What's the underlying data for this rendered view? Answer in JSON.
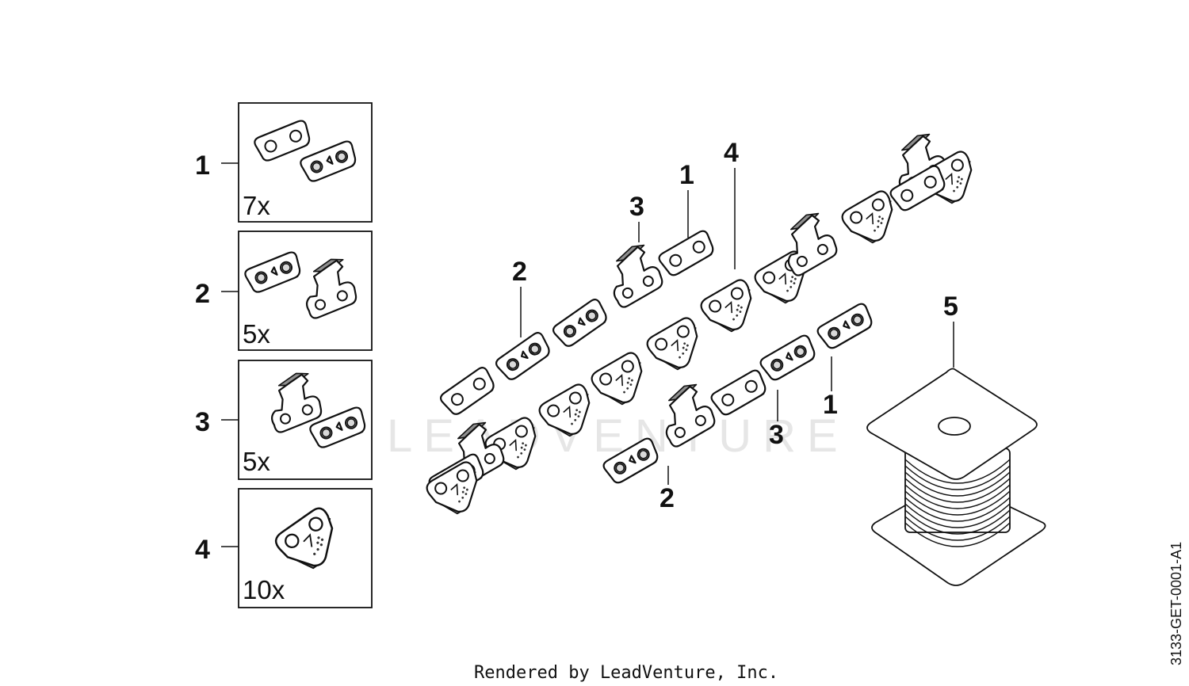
{
  "watermark": {
    "text": "LEADVENTURE"
  },
  "legend": [
    {
      "callout": "1",
      "quantity": "7x",
      "icon": "side-link-pair"
    },
    {
      "callout": "2",
      "quantity": "5x",
      "icon": "drive-link-cutter-pair"
    },
    {
      "callout": "3",
      "quantity": "5x",
      "icon": "cutter-link-pair"
    },
    {
      "callout": "4",
      "quantity": "10x",
      "icon": "drive-link"
    }
  ],
  "chain_callouts": {
    "upper_side_link": "1",
    "upper_cutter": "3",
    "drive_link": "4",
    "upper_drive_pair": "2",
    "lower_side_link": "1",
    "lower_cutter": "3",
    "lower_drive_pair": "2",
    "spool": "5"
  },
  "footer": "Rendered by LeadVenture, Inc.",
  "document_code": "3133-GET-0001-A1"
}
